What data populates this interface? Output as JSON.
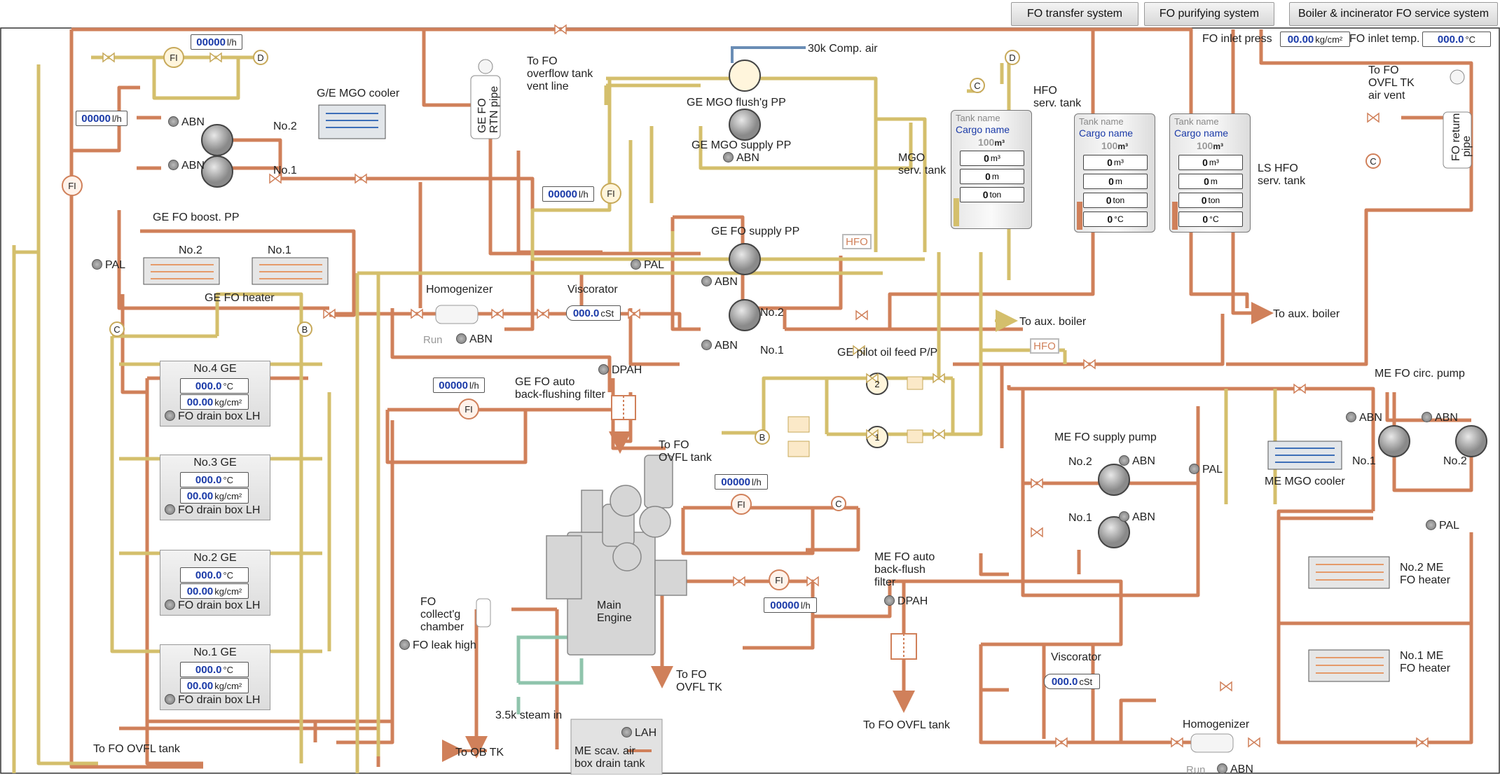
{
  "colors": {
    "hfo_line": "#d0805a",
    "mgo_line": "#d4bf6c",
    "steam_line": "#8fc4ac",
    "air_line": "#6a8db5",
    "value_text": "#1a3aa8"
  },
  "nav": {
    "buttons": [
      "FO transfer system",
      "FO purifying system",
      "Boiler & incinerator FO service system"
    ]
  },
  "inlet": {
    "press_label": "FO inlet press",
    "press_value": "00.00",
    "press_unit": "kg/cm²",
    "temp_label": "FO inlet temp.",
    "temp_value": "000.0",
    "temp_unit": "°C"
  },
  "flow": {
    "value": "00000",
    "unit": "l/h"
  },
  "labels": {
    "fi": "FI",
    "to_fo_overflow_vent": [
      "To FO",
      "overflow tank",
      "vent line"
    ],
    "comp_air": "30k Comp. air",
    "ge_fo_rtn_pipe": [
      "GE FO",
      "RTN pipe"
    ],
    "ge_mgo_cooler": "G/E MGO cooler",
    "ge_mgo_flush": "GE MGO flush'g PP",
    "ge_mgo_supply": "GE MGO supply PP",
    "ge_fo_supply": "GE FO supply PP",
    "ge_fo_boost": "GE FO boost. PP",
    "ge_fo_heater": "GE FO heater",
    "homogenizer": "Homogenizer",
    "viscorator": "Viscorator",
    "run": "Run",
    "ge_auto_filter": [
      "GE FO auto",
      "back-flushing filter"
    ],
    "to_fo_ovfl_tank": [
      "To FO",
      "OVFL tank"
    ],
    "ge_pilot": "GE pilot oil feed P/P",
    "mgo_serv": [
      "MGO",
      "serv. tank"
    ],
    "hfo_serv": [
      "HFO",
      "serv. tank"
    ],
    "ls_hfo_serv": [
      "LS HFO",
      "serv. tank"
    ],
    "to_aux_boiler": "To aux. boiler",
    "hfo_tag": "HFO",
    "to_fo_ovfl_tk_vent": [
      "To FO",
      "OVFL TK",
      "air vent"
    ],
    "fo_return_pipe": [
      "FO return",
      "pipe"
    ],
    "me_fo_circ": "ME FO circ. pump",
    "me_mgo_cooler": "ME MGO cooler",
    "me_fo_supply": "ME FO supply pump",
    "no1": "No.1",
    "no2": "No.2",
    "no1_me_heater": [
      "No.1 ME",
      "FO heater"
    ],
    "no2_me_heater": [
      "No.2 ME",
      "FO heater"
    ],
    "me_auto_filter": [
      "ME FO auto",
      "back-flush",
      "filter"
    ],
    "to_fo_ovfl_tank_single": "To FO OVFL tank",
    "to_fo_ovfl_tk": [
      "To FO",
      "OVFL TK"
    ],
    "main_engine": [
      "Main",
      "Engine"
    ],
    "fo_collect": [
      "FO",
      "collect'g",
      "chamber"
    ],
    "steam_in": "3.5k steam in",
    "to_ob_tk": "To OB TK",
    "me_scav": [
      "ME scav. air",
      "box drain tank"
    ],
    "c": "C",
    "b": "B",
    "d": "D",
    "p1": "1",
    "p2": "2"
  },
  "alarms": {
    "abn": "ABN",
    "pal": "PAL",
    "dpah": "DPAH",
    "fo_leak_high": "FO leak high",
    "lah": "LAH"
  },
  "viscosity": {
    "value": "000.0",
    "unit": "cSt"
  },
  "tanks": [
    {
      "name": "Tank name",
      "cargo": "Cargo name",
      "capacity": "100",
      "cap_unit": "m³",
      "rows": [
        {
          "v": "0",
          "u": "m³"
        },
        {
          "v": "0",
          "u": "m"
        },
        {
          "v": "0",
          "u": "ton"
        }
      ]
    },
    {
      "name": "Tank name",
      "cargo": "Cargo name",
      "capacity": "100",
      "cap_unit": "m³",
      "rows": [
        {
          "v": "0",
          "u": "m³"
        },
        {
          "v": "0",
          "u": "m"
        },
        {
          "v": "0",
          "u": "ton"
        },
        {
          "v": "0",
          "u": "°C"
        }
      ]
    },
    {
      "name": "Tank name",
      "cargo": "Cargo name",
      "capacity": "100",
      "cap_unit": "m³",
      "rows": [
        {
          "v": "0",
          "u": "m³"
        },
        {
          "v": "0",
          "u": "m"
        },
        {
          "v": "0",
          "u": "ton"
        },
        {
          "v": "0",
          "u": "°C"
        }
      ]
    }
  ],
  "gen_engines": [
    {
      "name": "No.4 GE",
      "temp": "000.0",
      "temp_unit": "°C",
      "press": "00.00",
      "press_unit": "kg/cm²",
      "drain": "FO drain box LH"
    },
    {
      "name": "No.3 GE",
      "temp": "000.0",
      "temp_unit": "°C",
      "press": "00.00",
      "press_unit": "kg/cm²",
      "drain": "FO drain box LH"
    },
    {
      "name": "No.2 GE",
      "temp": "000.0",
      "temp_unit": "°C",
      "press": "00.00",
      "press_unit": "kg/cm²",
      "drain": "FO drain box LH"
    },
    {
      "name": "No.1 GE",
      "temp": "000.0",
      "temp_unit": "°C",
      "press": "00.00",
      "press_unit": "kg/cm²",
      "drain": "FO drain box LH"
    }
  ]
}
